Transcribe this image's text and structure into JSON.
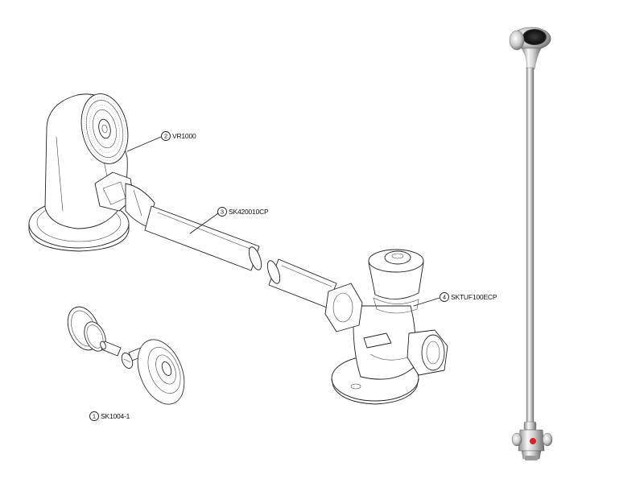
{
  "callouts": [
    {
      "number": "1",
      "part_code": "SK1004-1"
    },
    {
      "number": "2",
      "part_code": "VR1000"
    },
    {
      "number": "3",
      "part_code": "SK420010CP"
    },
    {
      "number": "4",
      "part_code": "SKTUF100ECP"
    }
  ],
  "colors": {
    "line": "#222222",
    "chrome_light": "#f4f4f4",
    "chrome_dark": "#8a8a8a",
    "button_red": "#d8232a"
  }
}
